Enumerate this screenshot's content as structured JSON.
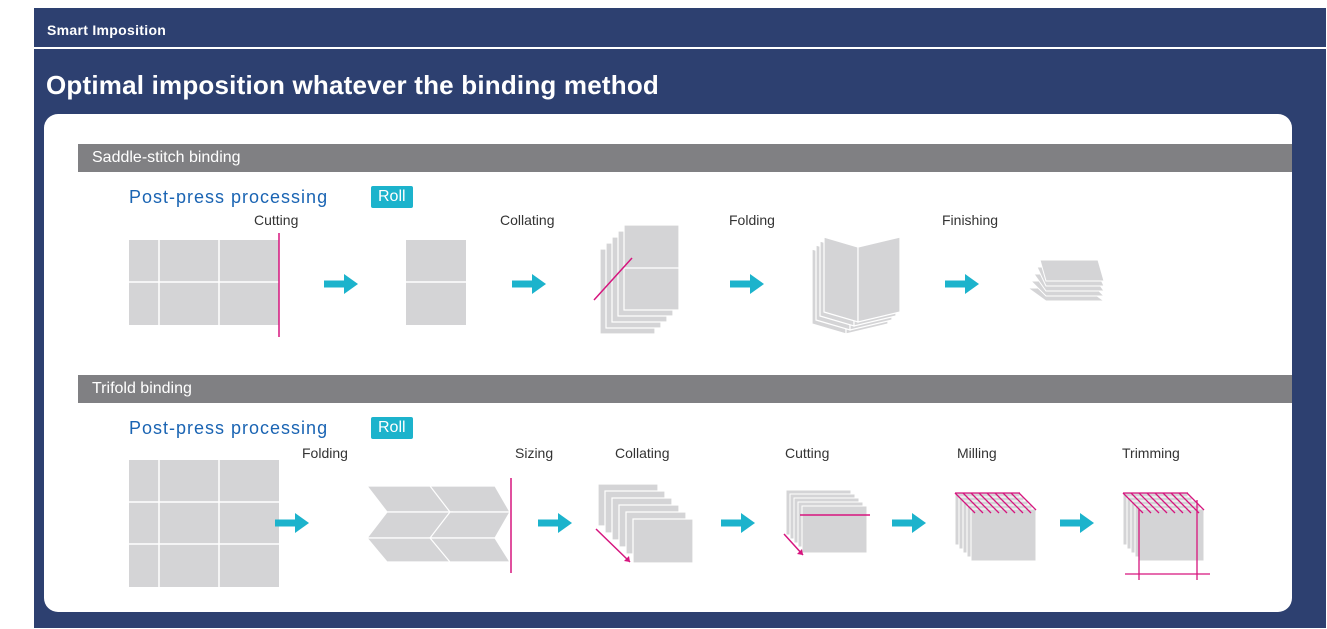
{
  "header": {
    "label": "Smart Imposition"
  },
  "title": "Optimal imposition whatever the binding method",
  "sections": [
    {
      "name": "Saddle-stitch binding",
      "process_label": "Post-press processing",
      "badge": "Roll",
      "steps": [
        "Cutting",
        "Collating",
        "Folding",
        "Finishing"
      ]
    },
    {
      "name": "Trifold binding",
      "process_label": "Post-press processing",
      "badge": "Roll",
      "steps": [
        "Folding",
        "Sizing",
        "Collating",
        "Cutting",
        "Milling",
        "Trimming"
      ]
    }
  ],
  "colors": {
    "frame": "#2d4070",
    "section_bar": "#808083",
    "sheet": "#d4d4d6",
    "arrow": "#1cb3cc",
    "cut_line": "#d6157e",
    "process_label": "#1a64b3"
  }
}
